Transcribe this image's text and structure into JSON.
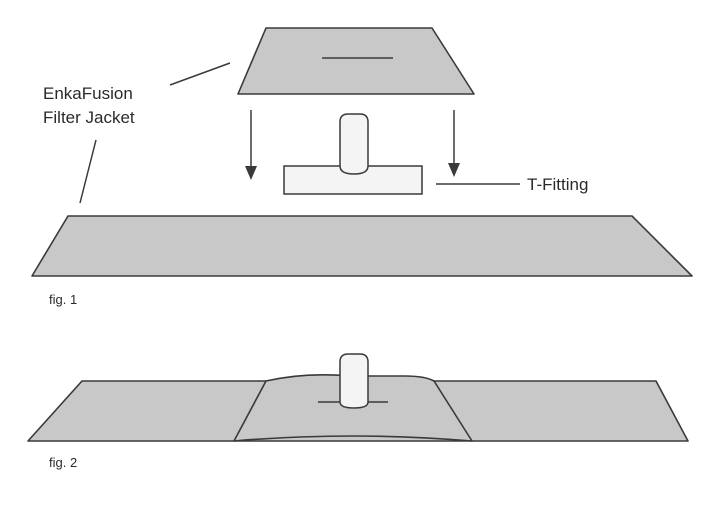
{
  "labels": {
    "jacket_line1": "EnkaFusion",
    "jacket_line2": "Filter Jacket",
    "t_fitting": "T-Fitting",
    "fig1": "fig. 1",
    "fig2": "fig. 2"
  },
  "colors": {
    "panel_fill": "#c8c8c8",
    "outline": "#3a3a3a",
    "fitting_fill": "#f4f4f4",
    "background": "#ffffff"
  }
}
